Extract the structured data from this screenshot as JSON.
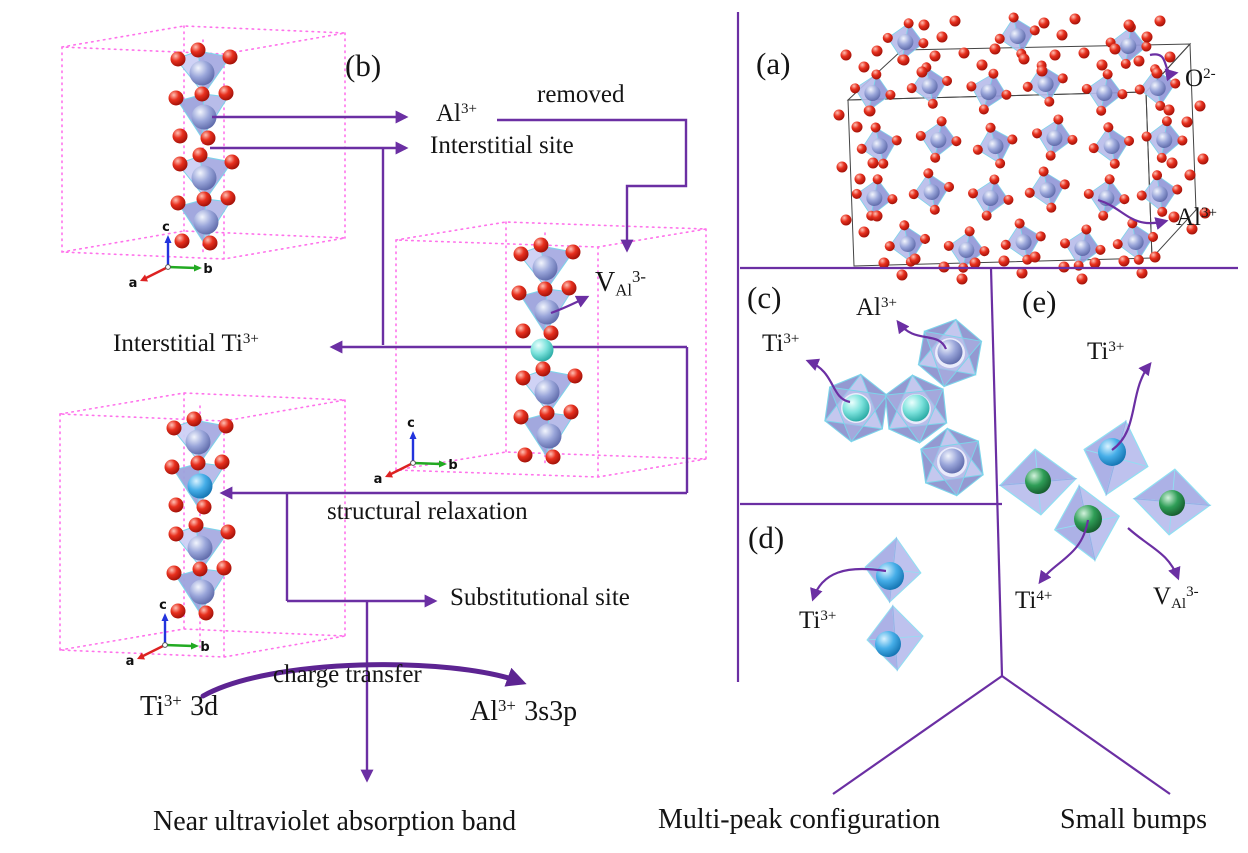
{
  "figure_labels": {
    "panel_a": "(a)",
    "panel_b": "(b)",
    "panel_c": "(c)",
    "panel_d": "(d)",
    "panel_e": "(e)"
  },
  "axes": {
    "a": "a",
    "b": "b",
    "c": "c"
  },
  "flow": {
    "al_removed": {
      "base": "Al",
      "sup": "3+"
    },
    "removed": "removed",
    "interstitial_site": "Interstitial site",
    "v_al": {
      "base": "V",
      "sub": "Al",
      "sup": "3-"
    },
    "interstitial_ti": {
      "base": "Interstitial Ti",
      "sup": "3+"
    },
    "structural_relaxation": "structural relaxation",
    "substitutional_site": "Substitutional site",
    "charge_transfer": "charge transfer",
    "ti_3d": {
      "base": "Ti",
      "sup": "3+",
      "tail": "3d"
    },
    "al_3s3p": {
      "base": "Al",
      "sup": "3+",
      "tail": "3s3p"
    },
    "nuv_band": "Near ultraviolet absorption band"
  },
  "panel_a": {
    "o_ion": {
      "base": "O",
      "sup": "2-"
    },
    "al_ion": {
      "base": "Al",
      "sup": "3+"
    }
  },
  "panel_c": {
    "al_ion": {
      "base": "Al",
      "sup": "3+"
    },
    "ti_ion": {
      "base": "Ti",
      "sup": "3+"
    }
  },
  "panel_d": {
    "ti_ion": {
      "base": "Ti",
      "sup": "3+"
    }
  },
  "panel_e": {
    "ti3_ion": {
      "base": "Ti",
      "sup": "3+"
    },
    "ti4_ion": {
      "base": "Ti",
      "sup": "4+"
    },
    "v_al": {
      "base": "V",
      "sub": "Al",
      "sup": "3-"
    }
  },
  "outcomes": {
    "multi_peak": "Multi-peak configuration",
    "small_bumps": "Small bumps"
  },
  "colors": {
    "flow_purple": "#6b2fa3",
    "cell_pink": "#ff5ae8",
    "oxygen_red": "#df2318",
    "aluminum_blue": "#97a3d6",
    "ti3_interstitial_cyan": "#7de4de",
    "ti3_substitution_blue": "#45ade6",
    "ti4_green": "#2f9e57",
    "octahedron_fill": "#a9aee3"
  }
}
